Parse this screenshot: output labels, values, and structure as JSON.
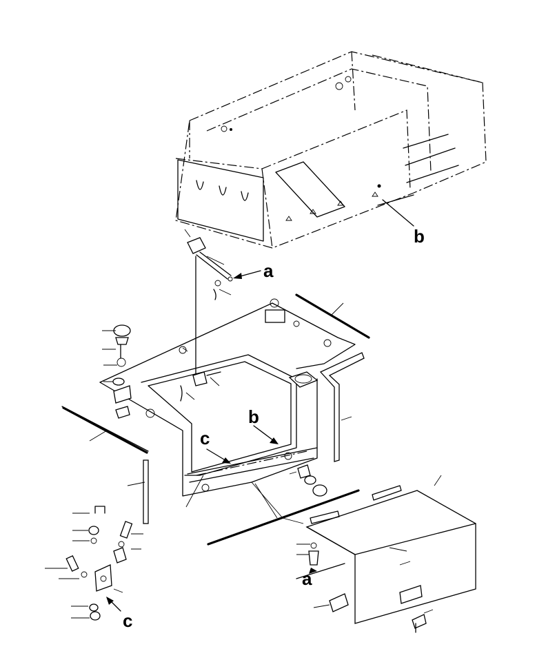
{
  "labels": {
    "b_top": "b",
    "a_upper": "a",
    "b_mid": "b",
    "c_mid": "c",
    "a_lower": "a",
    "c_lower": "c"
  },
  "colors": {
    "ink": "#000000",
    "paper": "#ffffff"
  }
}
